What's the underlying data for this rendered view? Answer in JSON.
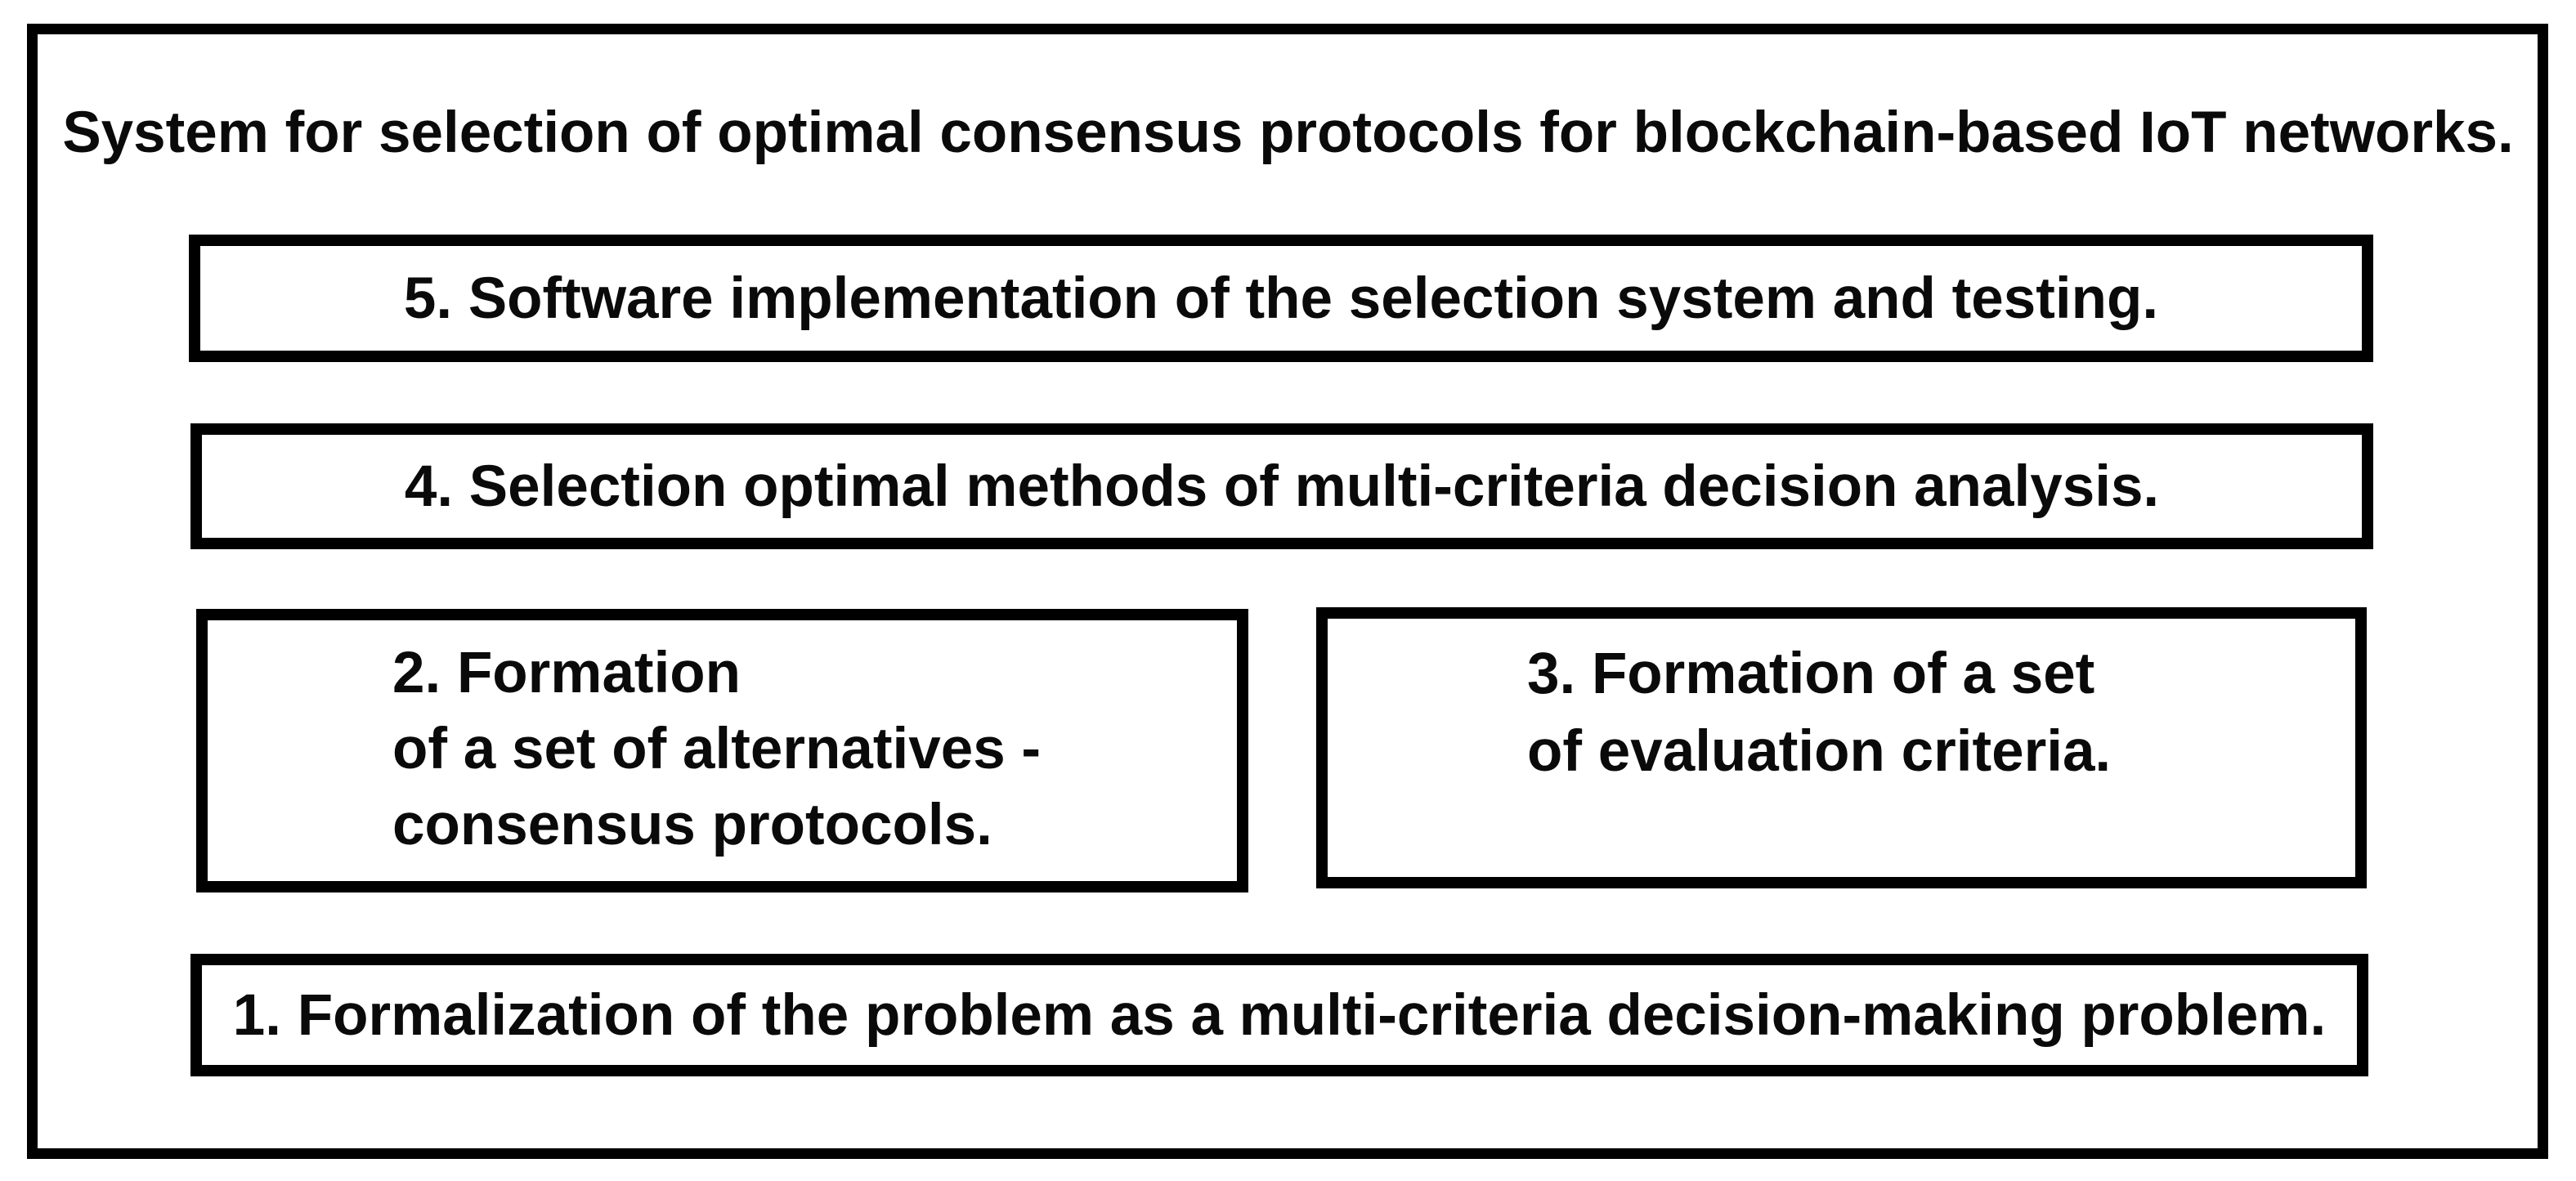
{
  "diagram": {
    "title": "System for selection of optimal consensus protocols for blockchain-based IoT networks.",
    "colors": {
      "border": "#000000",
      "text": "#0a0a0a",
      "background": "#ffffff"
    },
    "steps": {
      "step5": {
        "label": "5. Software implementation of the selection system and testing."
      },
      "step4": {
        "label": "4. Selection optimal methods of multi-criteria decision analysis."
      },
      "step2": {
        "lines": [
          "2. Formation",
          "of a set of alternatives -",
          "consensus protocols."
        ]
      },
      "step3": {
        "lines": [
          "3. Formation of a set",
          "of evaluation criteria."
        ]
      },
      "step1": {
        "label": "1. Formalization of the problem as a multi-criteria decision-making problem."
      }
    }
  }
}
